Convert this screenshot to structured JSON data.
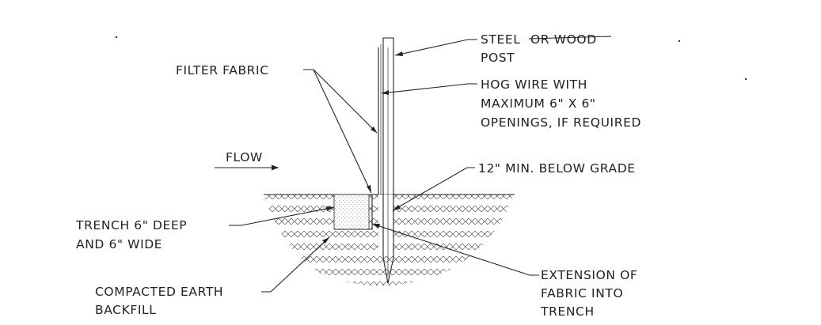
{
  "labels": {
    "filter_fabric": "FILTER FABRIC",
    "steel_post_line1": "STEEL",
    "steel_post_struck": "OR WOOD",
    "steel_post_line2": "POST",
    "hog_wire_line1": "HOG WIRE WITH",
    "hog_wire_line2": "MAXIMUM 6\" X 6\"",
    "hog_wire_line3": "OPENINGS, IF REQUIRED",
    "flow": "FLOW",
    "below_grade": "12\" MIN. BELOW GRADE",
    "trench_line1": "TRENCH 6\" DEEP",
    "trench_line2": "AND 6\" WIDE",
    "backfill_line1": "COMPACTED EARTH",
    "backfill_line2": "BACKFILL",
    "extension_line1": "EXTENSION OF",
    "extension_line2": "FABRIC INTO",
    "extension_line3": "TRENCH"
  }
}
